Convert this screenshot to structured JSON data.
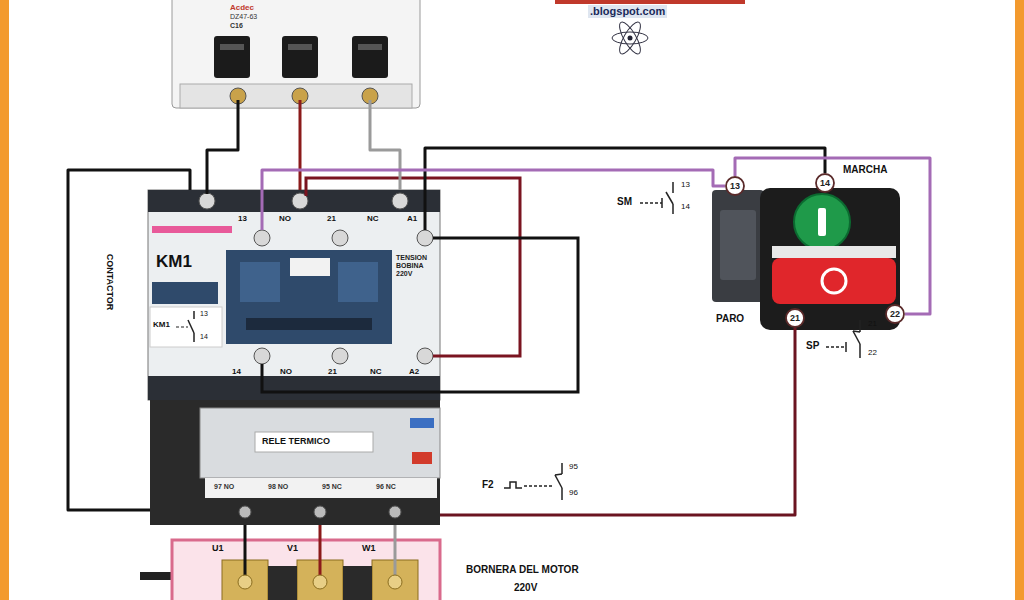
{
  "diagram": {
    "nodes": [
      {
        "text": [
          "Acdec",
          "DZ47-63",
          "C16"
        ]
      },
      {
        "text": [
          "KM1",
          "TENSION BOBINA 220V"
        ]
      },
      {
        "text": [
          "13"
        ]
      },
      {
        "text": [
          "14"
        ]
      },
      {
        "text": [
          "21"
        ]
      },
      {
        "text": [
          "22"
        ]
      },
      {
        "text": [
          "RELE TERMICO"
        ]
      },
      {
        "text": [
          "U1",
          "V1",
          "W1"
        ]
      }
    ],
    "edges": [
      {
        "from": 0,
        "to": 1,
        "arrow": "none"
      },
      {
        "from": 0,
        "to": 1,
        "arrow": "none"
      },
      {
        "from": 0,
        "to": 1,
        "arrow": "none"
      },
      {
        "from": 1,
        "to": 6,
        "arrow": "none"
      },
      {
        "from": 1,
        "to": 3,
        "arrow": "none"
      },
      {
        "from": 1,
        "to": 2,
        "arrow": "none"
      },
      {
        "from": 2,
        "to": 5,
        "arrow": "none"
      },
      {
        "from": 4,
        "to": 6,
        "arrow": "none"
      },
      {
        "from": 6,
        "to": 7,
        "arrow": "none"
      },
      {
        "from": 6,
        "to": 7,
        "arrow": "none"
      },
      {
        "from": 6,
        "to": 7,
        "arrow": "none"
      }
    ],
    "labels": [
      ".blogspot.com",
      "13",
      "NO",
      "21",
      "NC",
      "A1",
      "CONTACTOR",
      "KM1",
      "13",
      "14",
      "14",
      "NO",
      "21",
      "NC",
      "A2",
      "SM",
      "13",
      "14",
      "MARCHA",
      "PARO",
      "SP",
      "21",
      "22",
      "F2",
      "95",
      "96",
      "97 NO",
      "98 NO",
      "95 NC",
      "96 NC",
      "BORNERA DEL MOTOR",
      "220V"
    ]
  }
}
